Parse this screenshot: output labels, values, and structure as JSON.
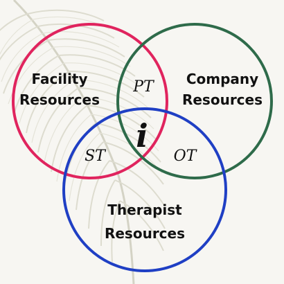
{
  "diagram": {
    "circles": [
      {
        "id": "facility",
        "lines": [
          "Facility",
          "Resources"
        ],
        "color": "#e0245e"
      },
      {
        "id": "company",
        "lines": [
          "Company",
          "Resources"
        ],
        "color": "#2e6b4a"
      },
      {
        "id": "therapist",
        "lines": [
          "Therapist",
          "Resources"
        ],
        "color": "#1f3fc4"
      }
    ],
    "intersections": {
      "facility_company": "PT",
      "facility_therapist": "ST",
      "company_therapist": "OT",
      "center": "i"
    },
    "colors": {
      "background": "#f7f6f2",
      "feather": "#c9c7b4",
      "text": "#111111"
    },
    "decorations": [
      "feather-watermark"
    ]
  }
}
